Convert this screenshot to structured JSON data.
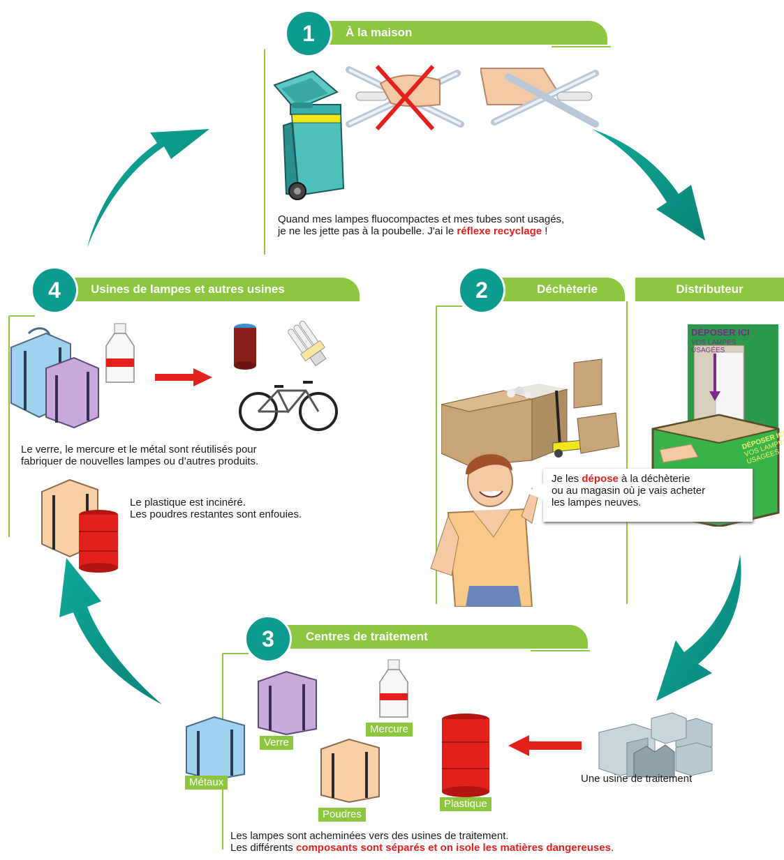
{
  "step1": {
    "number": "1",
    "title": "À la maison",
    "caption_line1": "Quand mes lampes fluocompactes et mes tubes sont usagés,",
    "caption_line2_a": "je ne les jette pas à la poubelle. J'ai le ",
    "caption_line2_highlight": "réflexe recyclage",
    "caption_line2_b": " !"
  },
  "step2": {
    "number": "2",
    "title_left": "Déchèterie",
    "title_right": "Distributeur",
    "bubble_a": "Je les ",
    "bubble_highlight": "dépose",
    "bubble_b": " à la déchèterie",
    "bubble_line2": "ou au magasin où je vais acheter",
    "bubble_line3": "les lampes neuves.",
    "sign_title": "DÉPOSER ICI",
    "sign_sub1": "VOS LAMPES",
    "sign_sub2": "USAGÉES",
    "box_title": "DÉPOSER ICI",
    "box_sub1": "VOS LAMPES",
    "box_sub2": "USAGÉES"
  },
  "step3": {
    "number": "3",
    "title": "Centres de traitement",
    "labels": {
      "metaux": "Métaux",
      "verre": "Verre",
      "mercure": "Mercure",
      "poudres": "Poudres",
      "plastique": "Plastique"
    },
    "factory_label": "Une usine de traitement",
    "caption_line1": "Les lampes sont acheminées vers des usines de traitement.",
    "caption_line2_a": "Les différents ",
    "caption_line2_highlight": "composants sont séparés et on isole les matières dangereuses",
    "caption_line2_b": "."
  },
  "step4": {
    "number": "4",
    "title": "Usines de lampes et autres usines",
    "caption_line1": "Le verre, le mercure et le métal sont réutilisés pour",
    "caption_line2": "fabriquer de nouvelles lampes ou d’autres produits.",
    "caption2_line1": "Le plastique est incinéré.",
    "caption2_line2": "Les poudres restantes sont enfouies."
  },
  "colors": {
    "green": "#8dc63f",
    "teal": "#0d9b8f",
    "red": "#e3201b"
  },
  "icons": [
    "trash-bin-icon",
    "fluorescent-tube-icon",
    "cross-mark-icon",
    "hand-icon",
    "bulk-bag-icon",
    "bottle-icon",
    "drum-barrel-icon",
    "cup-icon",
    "cfl-bulb-icon",
    "bicycle-icon",
    "cardboard-box-icon",
    "pallet-jack-icon",
    "collection-box-icon",
    "person-icon",
    "factory-icon",
    "cycle-arrow-icon"
  ]
}
